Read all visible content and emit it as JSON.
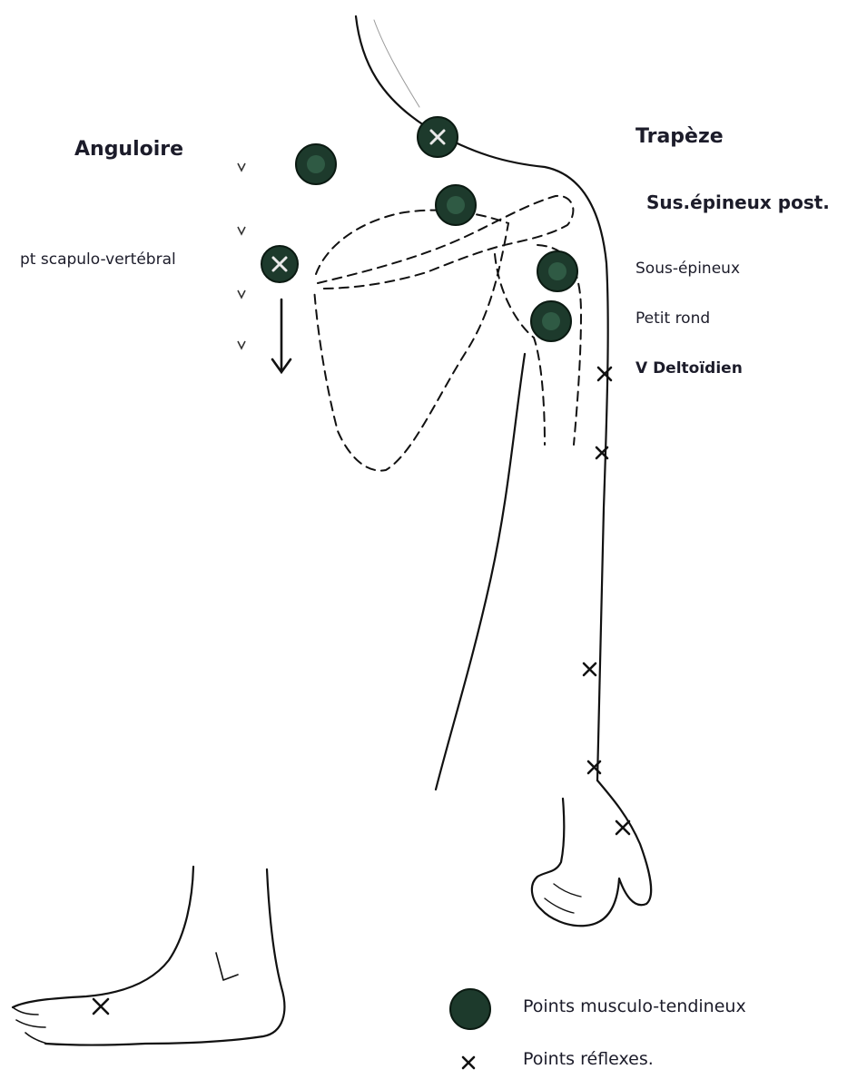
{
  "labels": {
    "angulaire": "Anguloire",
    "scapulo_vertebral": "pt scapulo-vertébral",
    "trapeze": "Trapèze",
    "sus_epineux_post": "Sus.épineux post.",
    "sous_epineux": "Sous-épineux",
    "petit_rond": "Petit rond",
    "deltoidien": "V Deltoïdien"
  },
  "legend": {
    "musculo_tendineux": "Points musculo-tendineux",
    "reflexes": "Points réflexes."
  },
  "colors": {
    "ink": "#111111",
    "point_fill": "#1d3a2c",
    "point_inner": "#2f5a44"
  }
}
